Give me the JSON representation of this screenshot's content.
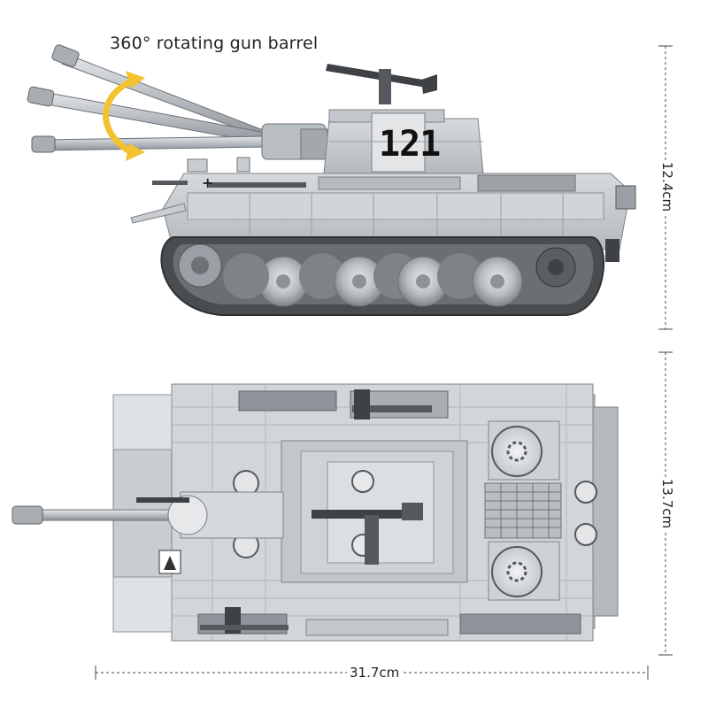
{
  "caption": "360° rotating gun barrel",
  "turret_number": "121",
  "dimensions": {
    "height": "12.4cm",
    "width": "13.7cm",
    "length": "31.7cm"
  },
  "colors": {
    "hull": "#c9cdd1",
    "hull_dark": "#9aa0a6",
    "track": "#4a4d50",
    "arrow": "#f2c230"
  }
}
